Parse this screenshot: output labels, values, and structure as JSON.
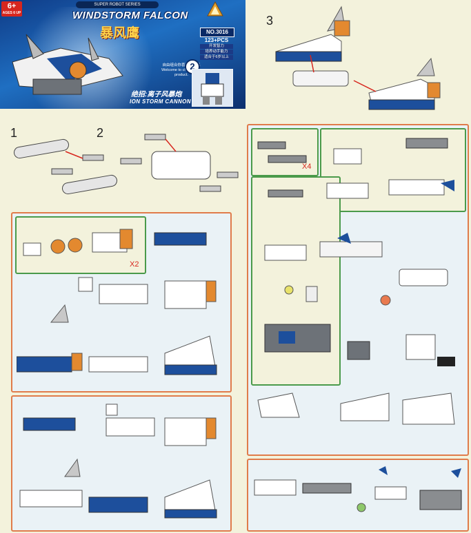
{
  "cover": {
    "age_label": "6+",
    "age_sub": "AGES 6 UP",
    "series": "SUPER ROBOT SERIES",
    "title_en": "WINDSTORM FALCON",
    "title_cn": "暴风鹰",
    "model_number": "NO.3016",
    "piece_count": "123+PCS",
    "info_cn_1": "开发智力",
    "info_cn_2": "培养动手能力",
    "info_cn_3": "适合于6岁以上",
    "choose_cn": "自由组合你喜欢的产品",
    "choose_en": "Welcome to choose our product.",
    "variant_number": "2",
    "subtitle_cn": "绝招:离子风暴炮",
    "subtitle_en": "ION STORM CANNON"
  },
  "steps": {
    "step1": "1",
    "step2": "2",
    "step3": "3"
  },
  "multipliers": {
    "x2": "X2",
    "x4": "X4"
  },
  "colors": {
    "background": "#f3f2dc",
    "panel_border_orange": "#e07b4a",
    "panel_border_green": "#4a9a4a",
    "brick_blue": "#1d4f9c",
    "brick_white": "#ffffff",
    "brick_gray": "#8a8d90",
    "brick_orange": "#e3892f",
    "arrow_red": "#d7261e"
  }
}
